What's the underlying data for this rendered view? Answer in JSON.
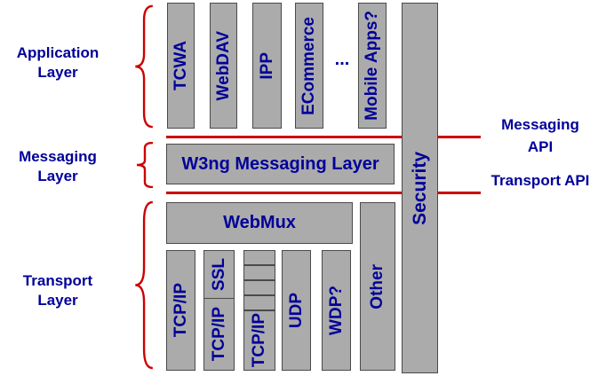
{
  "colors": {
    "box_fill": "#ababab",
    "box_border": "#4a4a4a",
    "label_blue": "#000099",
    "line_red": "#cc0000"
  },
  "application_layer": {
    "label": "Application Layer",
    "boxes": [
      "TCWA",
      "WebDAV",
      "IPP",
      "ECommerce",
      "Mobile Apps?"
    ],
    "ellipsis": "..."
  },
  "messaging_layer": {
    "label": "Messaging Layer",
    "box": "W3ng Messaging Layer"
  },
  "transport_layer": {
    "label": "Transport Layer",
    "webmux": "WebMux",
    "columns": [
      {
        "label": "TCP/IP"
      },
      {
        "top": "SSL",
        "bottom": "TCP/IP"
      },
      {
        "label": "TCP/IP"
      },
      {
        "label": "UDP"
      },
      {
        "label": "WDP?"
      },
      {
        "label": "Other"
      }
    ]
  },
  "security": {
    "label": "Security"
  },
  "api_labels": {
    "messaging": "Messaging API",
    "transport": "Transport API"
  }
}
